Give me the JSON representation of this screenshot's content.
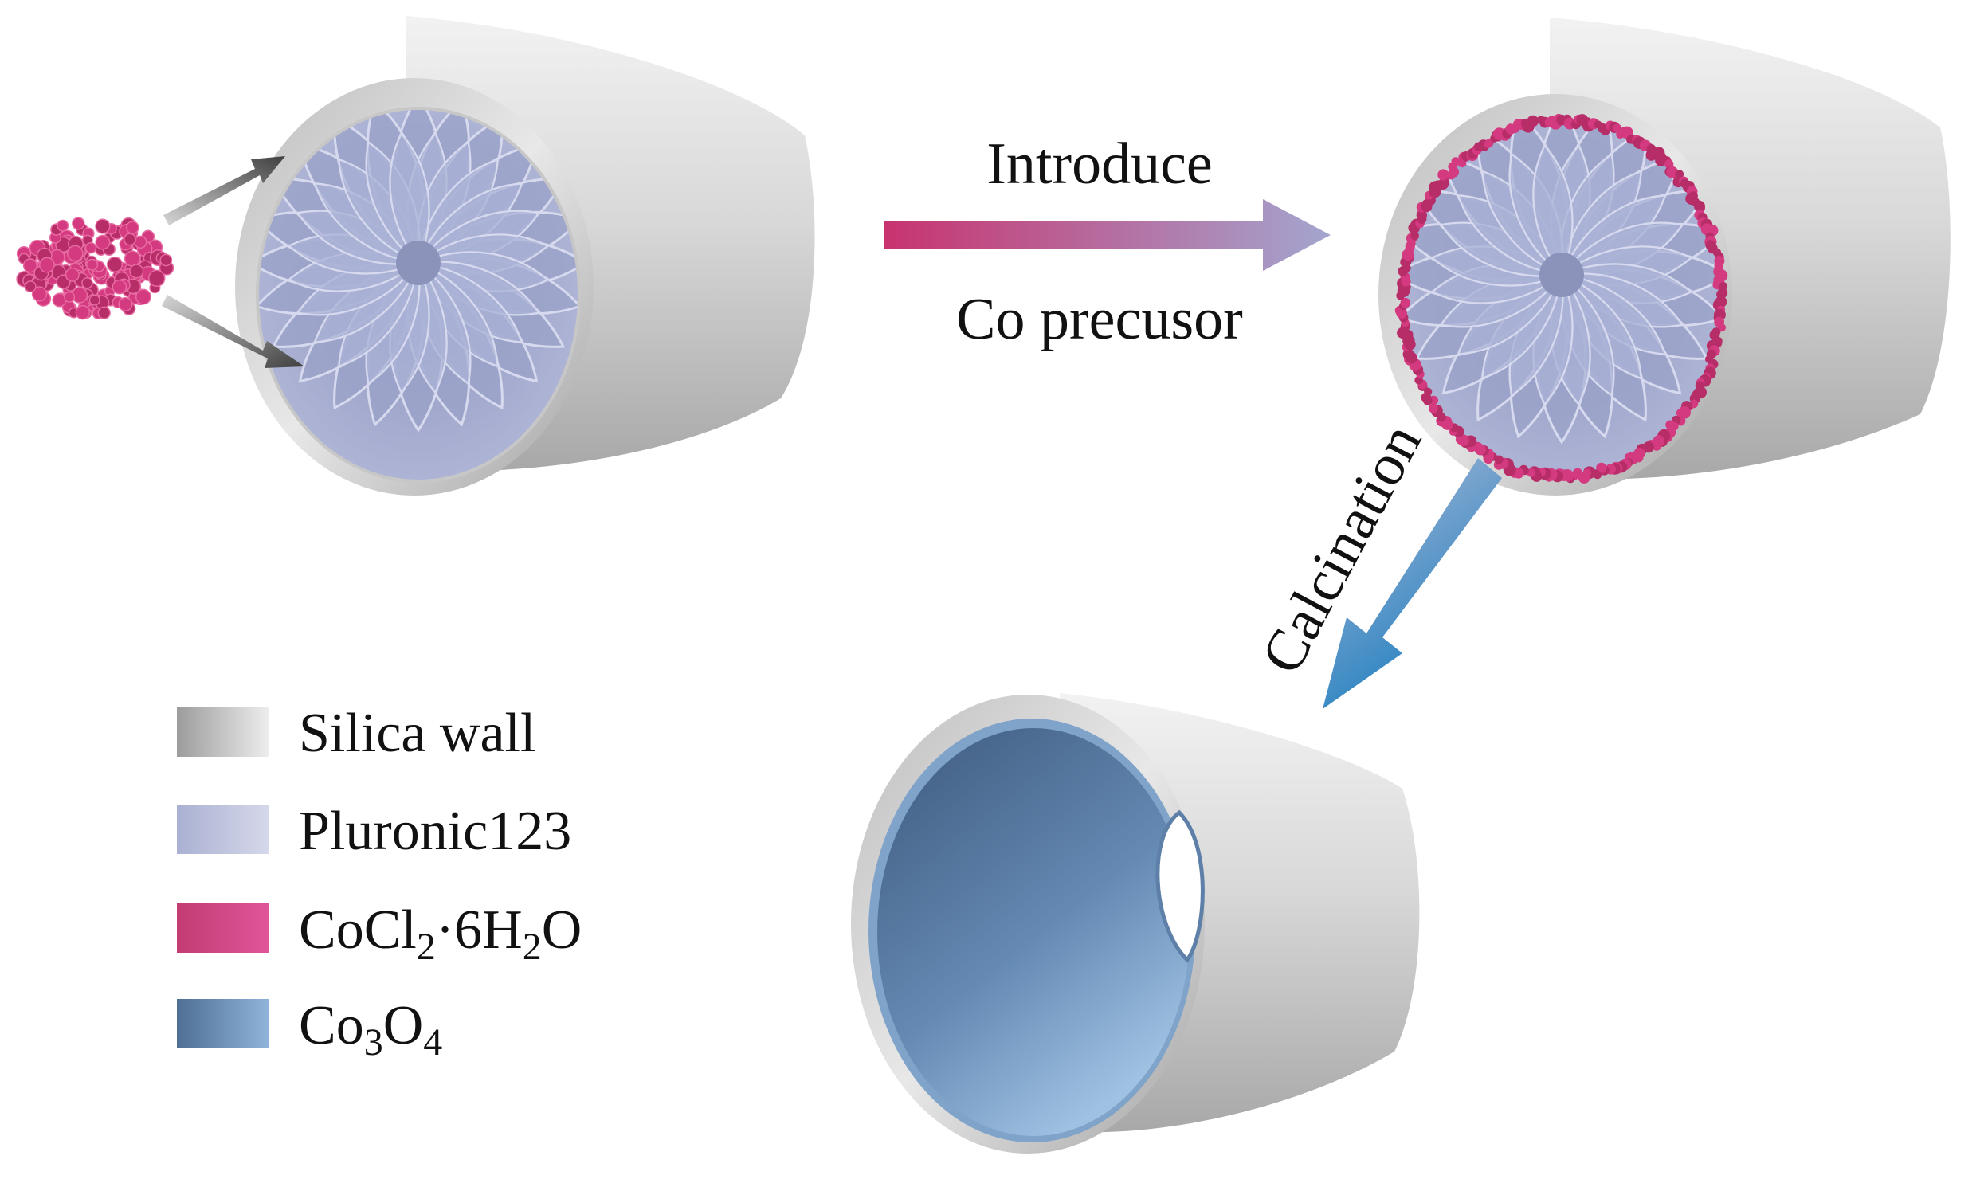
{
  "step1": {
    "label_top": "Introduce",
    "label_bottom": "Co precusor"
  },
  "step2": {
    "label": "Calcination"
  },
  "legend": [
    {
      "id": "silica",
      "label": "Silica wall",
      "swatch_from": "#9c9c9c",
      "swatch_to": "#ededed"
    },
    {
      "id": "pluronic",
      "label": "Pluronic123",
      "swatch_from": "#aab0d2",
      "swatch_to": "#d5d8ea"
    },
    {
      "id": "cocl",
      "label": "CoCl",
      "sub1": "2",
      "mid": "·6H",
      "sub2": "2",
      "tail": "O",
      "swatch_from": "#c23c72",
      "swatch_to": "#e0559a"
    },
    {
      "id": "co3o4",
      "label": "Co",
      "sub1": "3",
      "mid": "O",
      "sub2": "4",
      "swatch_from": "#4f6f94",
      "swatch_to": "#8fb4da"
    }
  ],
  "colors": {
    "silica": "#c9c9c9",
    "pluronic": "#a7aed0",
    "cobalt_precursor": "#d43a7f",
    "co3o4": "#6f93bd",
    "calcination_arrow": "#1f7fc0"
  },
  "icons": [
    "tube-icon",
    "pluronic-micelle-icon",
    "cobalt-cluster-icon",
    "process-arrow-icon"
  ]
}
